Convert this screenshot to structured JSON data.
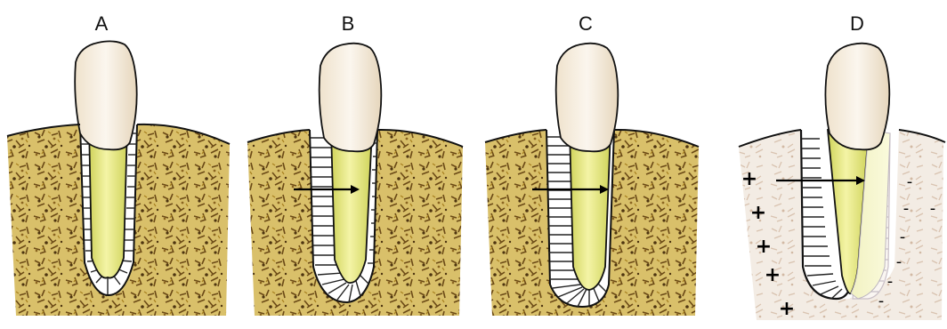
{
  "figure": {
    "panels": [
      {
        "label": "A",
        "arrow": false,
        "compression_side": "none"
      },
      {
        "label": "B",
        "arrow": true,
        "compression_side": "right"
      },
      {
        "label": "C",
        "arrow": true,
        "compression_side": "right"
      },
      {
        "label": "D",
        "arrow": true,
        "compression_side": "right"
      }
    ],
    "panel_d": {
      "positive_signs": [
        "+",
        "+",
        "+",
        "+",
        "+"
      ],
      "negative_signs": [
        "-",
        "-",
        "-",
        "-",
        "-",
        "-",
        "-"
      ]
    },
    "colors": {
      "bone": "#d9c06a",
      "bone_speckle": "#6b4a16",
      "root": "#e8e88a",
      "crown": "#f4ecdc",
      "ligament_lines": "#222222",
      "faded_bone": "#efe4d8"
    }
  }
}
